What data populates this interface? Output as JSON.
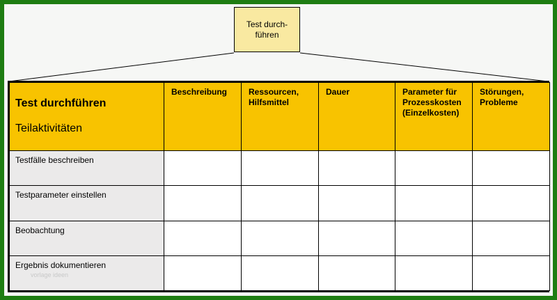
{
  "parent": {
    "text": "Test durch-\nführen"
  },
  "table": {
    "title": "Test durchführen",
    "subtitle": "Teilaktivitäten",
    "columns": [
      "Beschreibung",
      "Ressourcen,\nHilfsmittel",
      "Dauer",
      "Parameter für\nProzesskosten\n(Einzelkosten)",
      "Störungen,\nProbleme"
    ],
    "rows": [
      "Testfälle beschreiben",
      "Testparameter einstellen",
      "Beobachtung",
      "Ergebnis dokumentieren"
    ]
  },
  "watermark": "vorlage ideen",
  "colors": {
    "border": "#1e7d12",
    "header": "#f8c300",
    "parent": "#f9e9a1",
    "rowlabel": "#ebeaea"
  }
}
